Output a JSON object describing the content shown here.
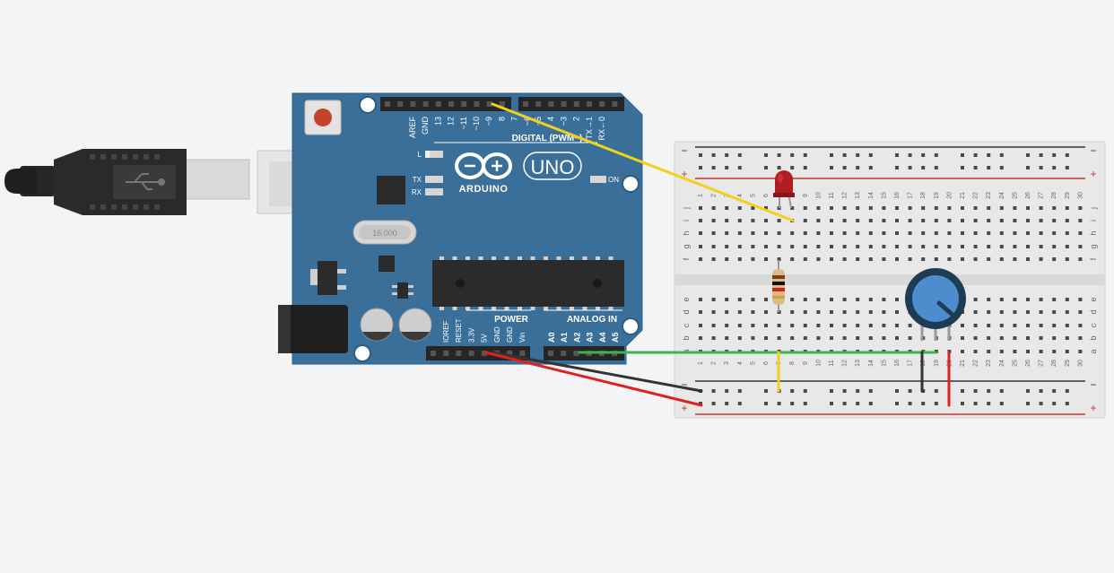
{
  "canvas": {
    "background": "#f3f4f6"
  },
  "usb_cable": {
    "icon": "usb-icon"
  },
  "arduino": {
    "brand": "ARDUINO",
    "model": "UNO",
    "on_label": "ON",
    "l_label": "L",
    "tx_label": "TX",
    "rx_label": "RX",
    "crystal_label": "16.000",
    "digital_label": "DIGITAL (PWM~)",
    "power_label": "POWER",
    "analog_label": "ANALOG IN",
    "digital_pins": [
      "AREF",
      "GND",
      "13",
      "12",
      "~11",
      "~10",
      "~9",
      "8",
      "7",
      "~6",
      "~5",
      "4",
      "~3",
      "2",
      "TX→1",
      "RX←0"
    ],
    "power_pins": [
      "IOREF",
      "RESET",
      "3.3V",
      "5V",
      "GND",
      "GND",
      "Vin"
    ],
    "analog_pins": [
      "A0",
      "A1",
      "A2",
      "A3",
      "A4",
      "A5"
    ],
    "board_color": "#3a6f9a"
  },
  "breadboard": {
    "columns": [
      "1",
      "2",
      "3",
      "4",
      "5",
      "6",
      "7",
      "8",
      "9",
      "10",
      "11",
      "12",
      "13",
      "14",
      "15",
      "16",
      "17",
      "18",
      "19",
      "20",
      "21",
      "22",
      "23",
      "24",
      "25",
      "26",
      "27",
      "28",
      "29",
      "30"
    ],
    "rows_top": [
      "j",
      "i",
      "h",
      "g",
      "f"
    ],
    "rows_bottom": [
      "e",
      "d",
      "c",
      "b",
      "a"
    ],
    "minus": "−",
    "plus": "+"
  },
  "components": {
    "led": {
      "color": "#b01e22"
    },
    "resistor": {
      "color": "#d9bd82"
    },
    "potentiometer": {
      "color": "#4f8ccd"
    }
  },
  "wires": [
    {
      "name": "wire-yellow-pin9-to-led",
      "color": "#f2d11c"
    },
    {
      "name": "wire-black-gnd",
      "color": "#333333"
    },
    {
      "name": "wire-red-5v",
      "color": "#e02020"
    },
    {
      "name": "wire-green-a0",
      "color": "#3fb34a"
    },
    {
      "name": "wire-yellow-resistor-gnd",
      "color": "#f2d11c"
    },
    {
      "name": "wire-black-pot-gnd",
      "color": "#333333"
    },
    {
      "name": "wire-red-pot-5v",
      "color": "#e02020"
    }
  ]
}
